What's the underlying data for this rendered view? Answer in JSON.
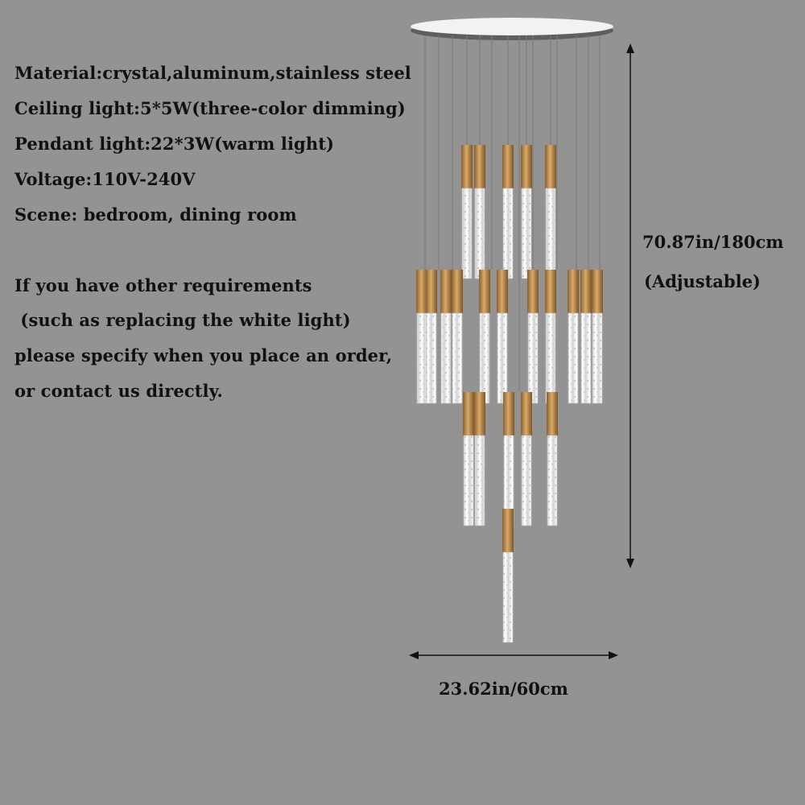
{
  "specs": {
    "material": "Material:crystal,aluminum,stainless steel",
    "ceiling_light": "Ceiling light:5*5W(three-color dimming)",
    "pendant_light": "Pendant light:22*3W(warm light)",
    "voltage": "Voltage:110V-240V",
    "scene": "Scene: bedroom, dining room"
  },
  "note": {
    "line1": "If you have other requirements",
    "line2": " (such as replacing the white light)",
    "line3": "please specify when you place an order,",
    "line4": "or contact us directly."
  },
  "dimensions": {
    "height": "70.87in/180cm",
    "height_note": "(Adjustable)",
    "width": "23.62in/60cm"
  },
  "colors": {
    "background": "#939393",
    "canopy": "#f2f2f2",
    "gold": "#b8894a",
    "crystal": "#f4f4f4"
  }
}
